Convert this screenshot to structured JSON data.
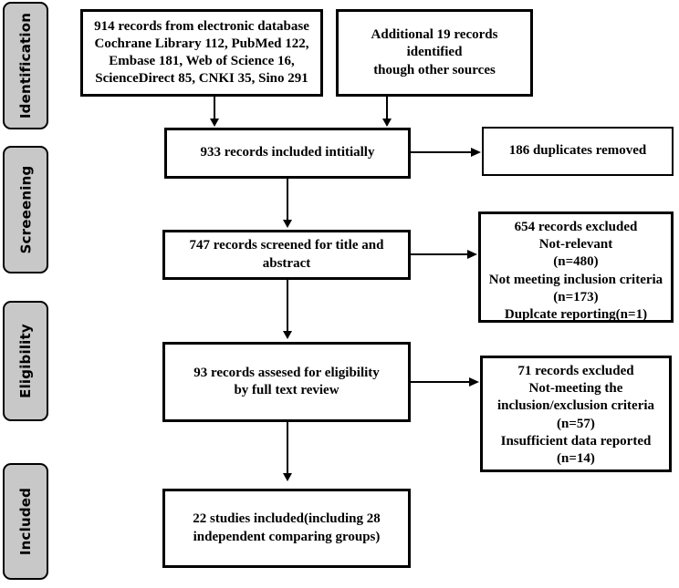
{
  "diagram": {
    "title": "PRISMA study selection flow diagram",
    "colors": {
      "stage_fill": "#c8c8c8",
      "stage_border": "#000000",
      "box_fill": "#ffffff",
      "box_border": "#000000",
      "connector": "#000000"
    },
    "stages": [
      {
        "id": "identification",
        "label": "Identification"
      },
      {
        "id": "screening",
        "label": "Screeening"
      },
      {
        "id": "eligibility",
        "label": "Eligibility"
      },
      {
        "id": "included",
        "label": "Included"
      }
    ],
    "boxes": [
      {
        "id": "records-database",
        "text": "914 records from electronic database\nCochrane Library 112, PubMed 122,\nEmbase 181, Web of Science 16,\nScienceDirect 85, CNKI 35, Sino 291"
      },
      {
        "id": "records-other-sources",
        "text": "Additional 19 records identified\nthough other sources"
      },
      {
        "id": "records-included-initially",
        "text": "933 records included intitially"
      },
      {
        "id": "duplicates-removed",
        "text": "186 duplicates removed"
      },
      {
        "id": "records-screened",
        "text": "747 records screened for title and abstract"
      },
      {
        "id": "records-excluded-screening",
        "text": "654 records excluded\nNot-relevant\n(n=480)\nNot meeting inclusion criteria\n(n=173)\nDuplcate reporting(n=1)"
      },
      {
        "id": "records-assessed-eligibility",
        "text": "93 records assesed for eligibility\nby full text review"
      },
      {
        "id": "records-excluded-eligibility",
        "text": "71 records excluded\nNot-meeting the\ninclusion/exclusion criteria\n(n=57)\nInsufficient data reported\n(n=14)"
      },
      {
        "id": "studies-included",
        "text": "22 studies included(including 28\nindependent comparing groups)"
      }
    ],
    "counts": {
      "database_records": 914,
      "cochrane_library": 112,
      "pubmed": 122,
      "embase": 181,
      "web_of_science": 16,
      "science_direct": 85,
      "cnki": 35,
      "sino": 291,
      "other_sources": 19,
      "included_initially": 933,
      "duplicates_removed": 186,
      "screened": 747,
      "excluded_screening": 654,
      "excluded_not_relevant": 480,
      "excluded_not_meeting_inclusion": 173,
      "excluded_duplicate_reporting": 1,
      "assessed_eligibility": 93,
      "excluded_eligibility": 71,
      "excluded_inclusion_exclusion": 57,
      "excluded_insufficient_data": 14,
      "studies_included": 22,
      "independent_comparing_groups": 28
    }
  }
}
